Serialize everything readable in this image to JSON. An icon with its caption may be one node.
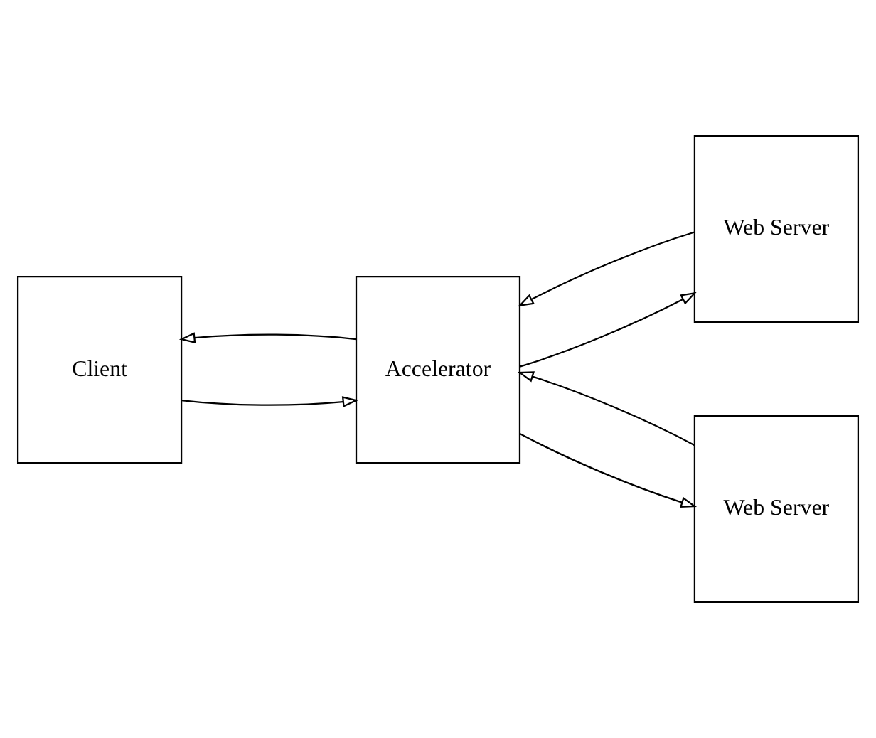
{
  "diagram": {
    "nodes": [
      {
        "text": [
          "Client"
        ]
      },
      {
        "text": [
          "Accelerator"
        ]
      },
      {
        "text": [
          "Web Server"
        ]
      },
      {
        "text": [
          "Web Server"
        ]
      }
    ],
    "edges": [
      {
        "from": 0,
        "to": 1,
        "arrow": "to"
      },
      {
        "from": 1,
        "to": 0,
        "arrow": "to"
      },
      {
        "from": 1,
        "to": 2,
        "arrow": "to"
      },
      {
        "from": 2,
        "to": 1,
        "arrow": "to"
      },
      {
        "from": 1,
        "to": 3,
        "arrow": "to"
      },
      {
        "from": 3,
        "to": 1,
        "arrow": "to"
      }
    ]
  }
}
